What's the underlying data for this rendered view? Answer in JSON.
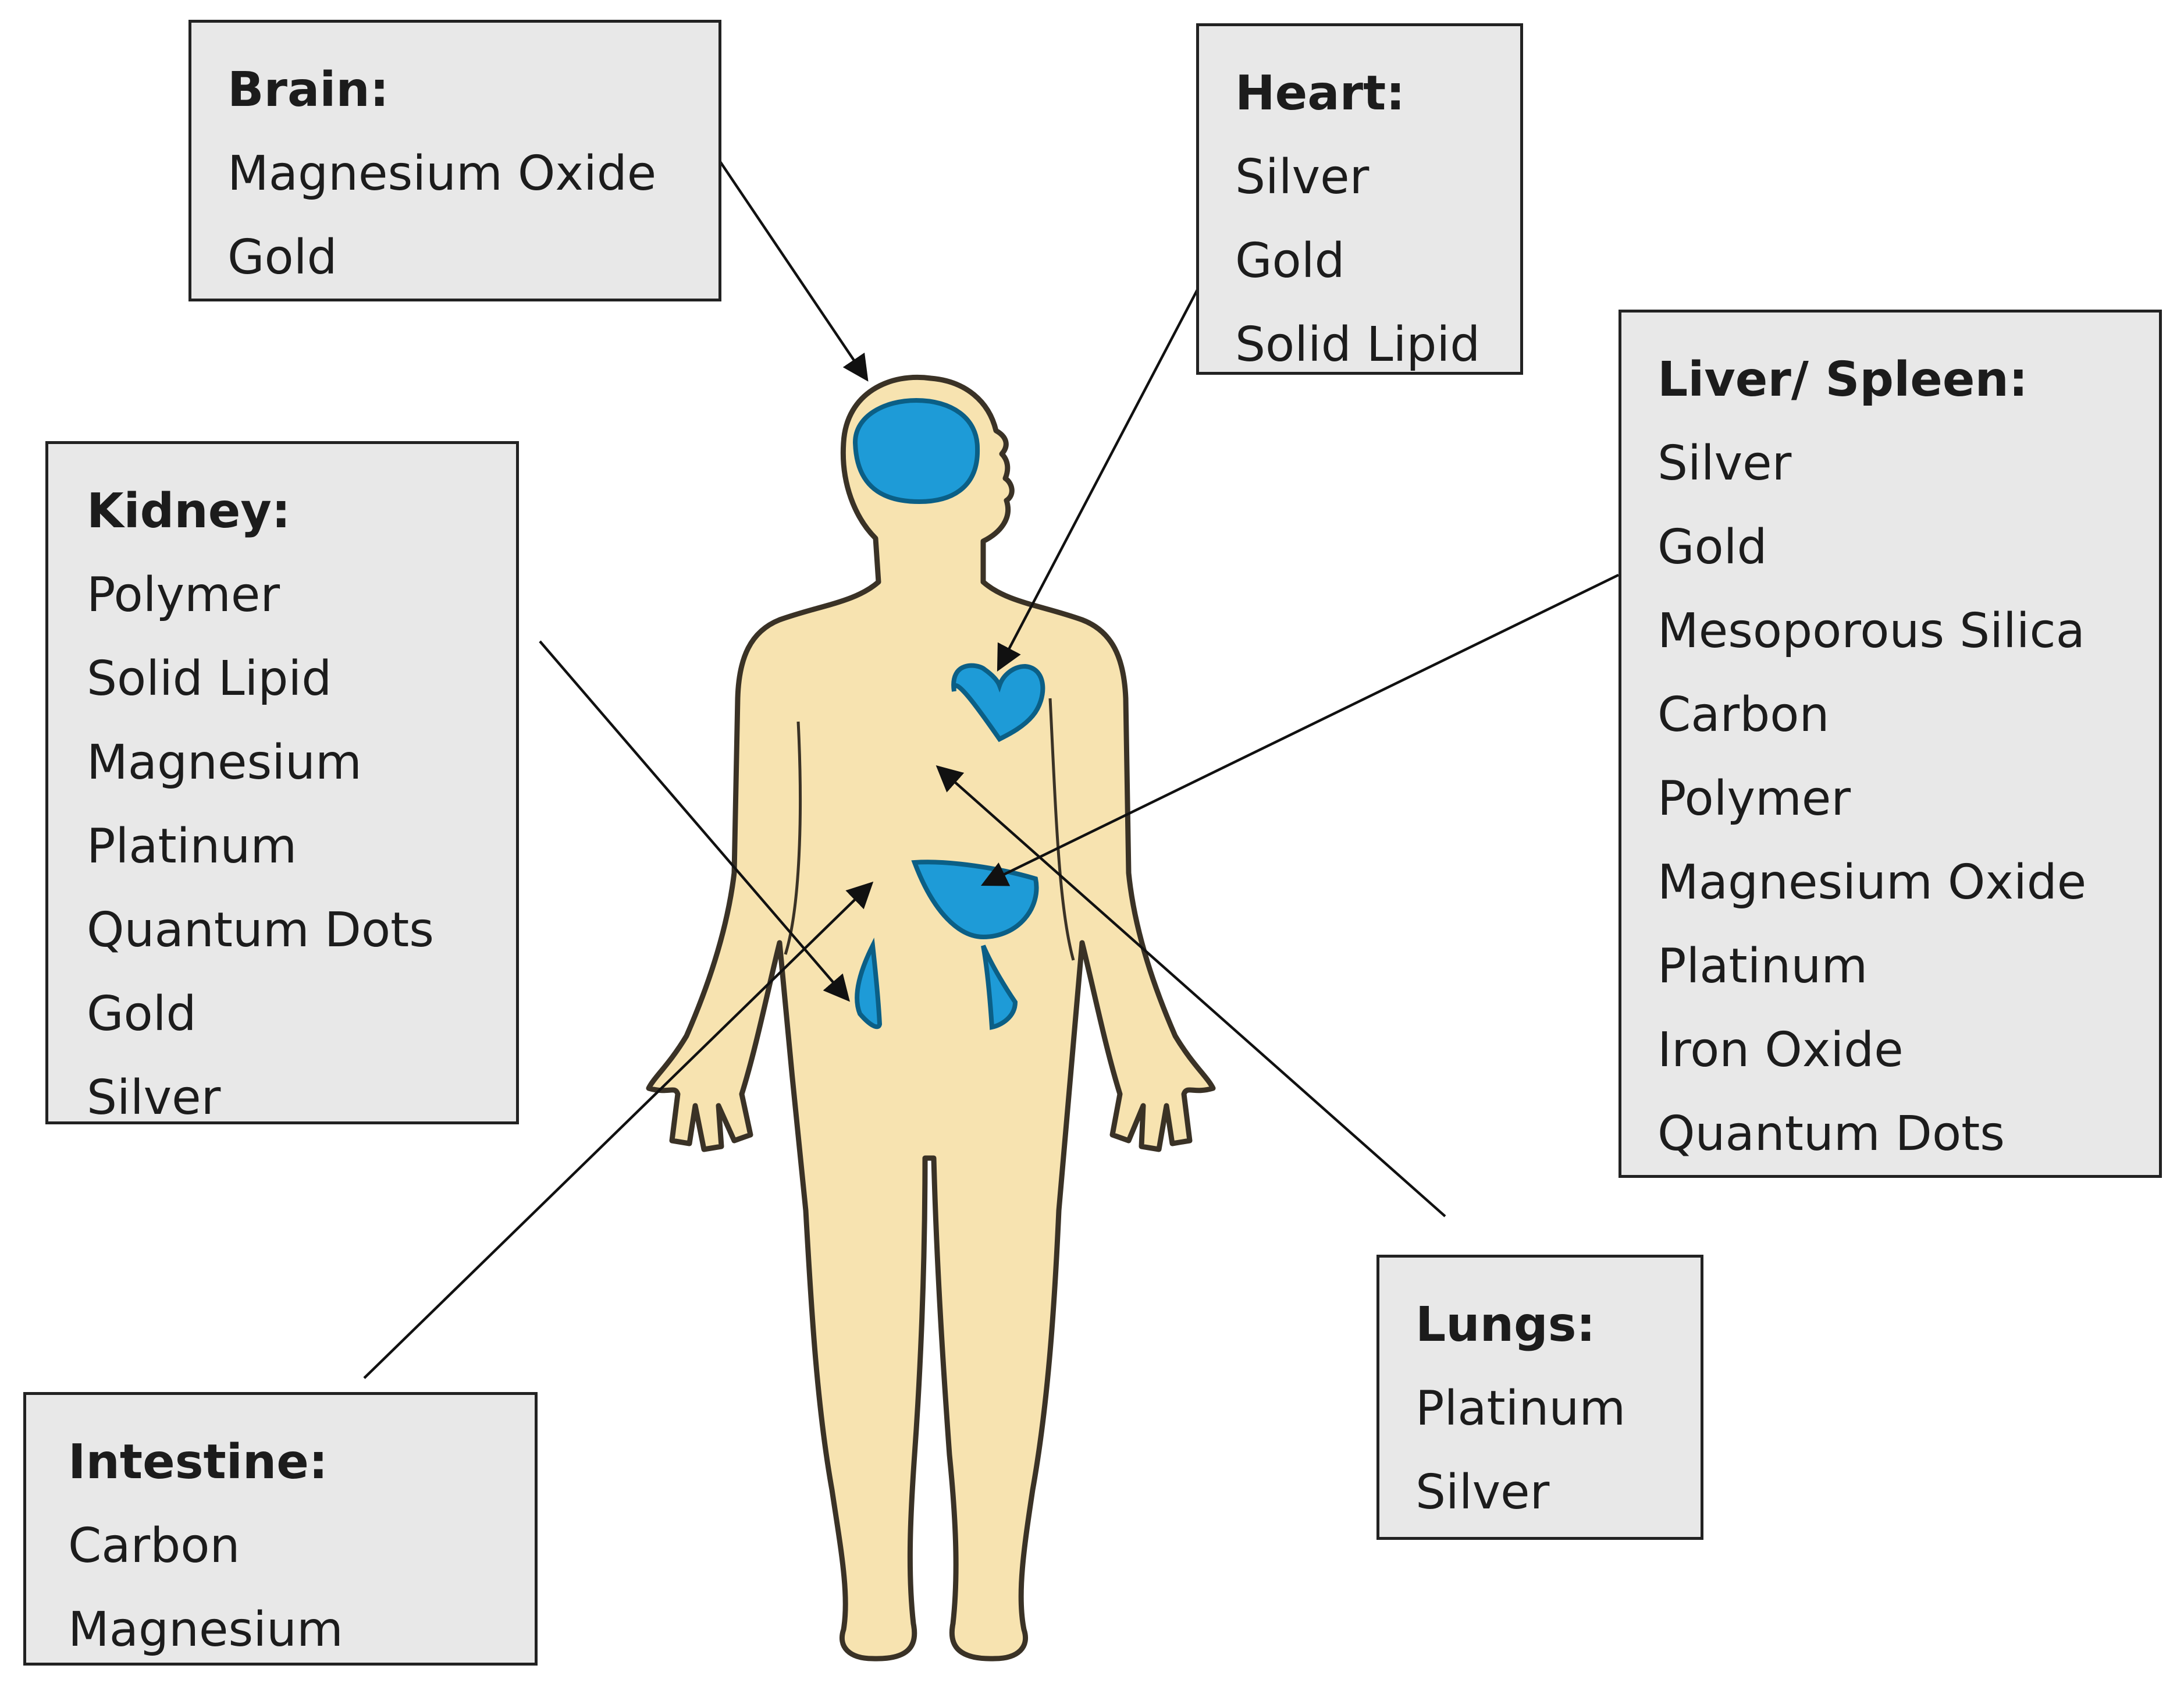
{
  "colors": {
    "body_fill": "#f7e3b0",
    "body_outline": "#3a3226",
    "organ_fill": "#1e9bd7",
    "organ_outline": "#0b5f86",
    "box_fill": "#e8e8e8",
    "box_border": "#222222",
    "arrow": "#111111"
  },
  "labels": {
    "brain": {
      "title": "Brain:",
      "items": [
        "Magnesium Oxide",
        "Gold"
      ]
    },
    "heart": {
      "title": "Heart:",
      "items": [
        "Silver",
        "Gold",
        "Solid Lipid"
      ]
    },
    "liver": {
      "title": "Liver/ Spleen:",
      "items": [
        "Silver",
        "Gold",
        "Mesoporous Silica",
        "Carbon",
        "Polymer",
        "Magnesium Oxide",
        "Platinum",
        "Iron Oxide",
        "Quantum Dots"
      ]
    },
    "kidney": {
      "title": "Kidney:",
      "items": [
        "Polymer",
        "Solid Lipid",
        "Magnesium",
        "Platinum",
        "Quantum Dots",
        "Gold",
        "Silver"
      ]
    },
    "lungs": {
      "title": "Lungs:",
      "items": [
        "Platinum",
        "Silver"
      ]
    },
    "intestine": {
      "title": "Intestine:",
      "items": [
        "Carbon",
        "Magnesium"
      ]
    }
  }
}
